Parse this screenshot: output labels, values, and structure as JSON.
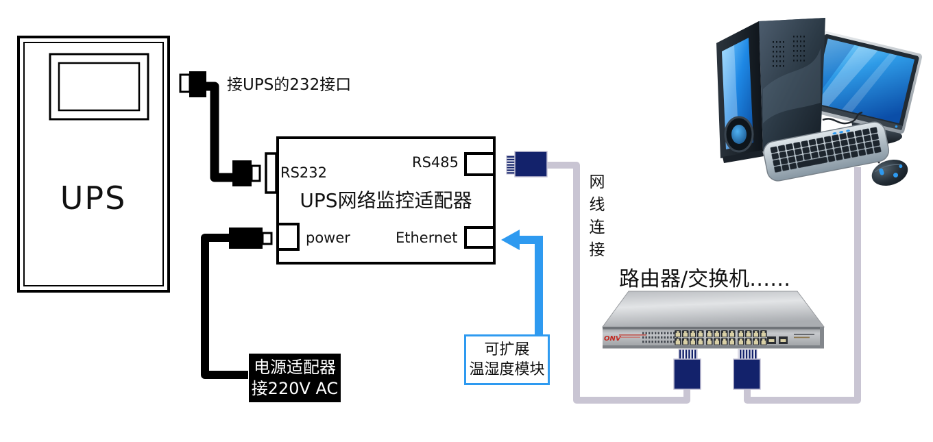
{
  "ups": {
    "label": "UPS"
  },
  "adapter": {
    "title": "UPS网络监控适配器",
    "ports": {
      "rs232": "RS232",
      "rs485": "RS485",
      "power": "power",
      "ethernet": "Ethernet"
    }
  },
  "annotations": {
    "ups_port_note": "接UPS的232接口",
    "net_cable_note": "网线连接",
    "router_note": "路由器/交换机……",
    "power_box_line1": "电源适配器",
    "power_box_line2": "接220V AC",
    "sensor_box_line1": "可扩展",
    "sensor_box_line2": "温湿度模块"
  },
  "switch": {
    "brand": "ONV"
  },
  "colors": {
    "cable_gray": "#c9c5d3",
    "plug_navy": "#13226b",
    "arrow_blue": "#2e9af0",
    "power_box_bg": "#000000",
    "sensor_box_border": "#2e9af0",
    "switch_logo_red": "#c22a22"
  }
}
